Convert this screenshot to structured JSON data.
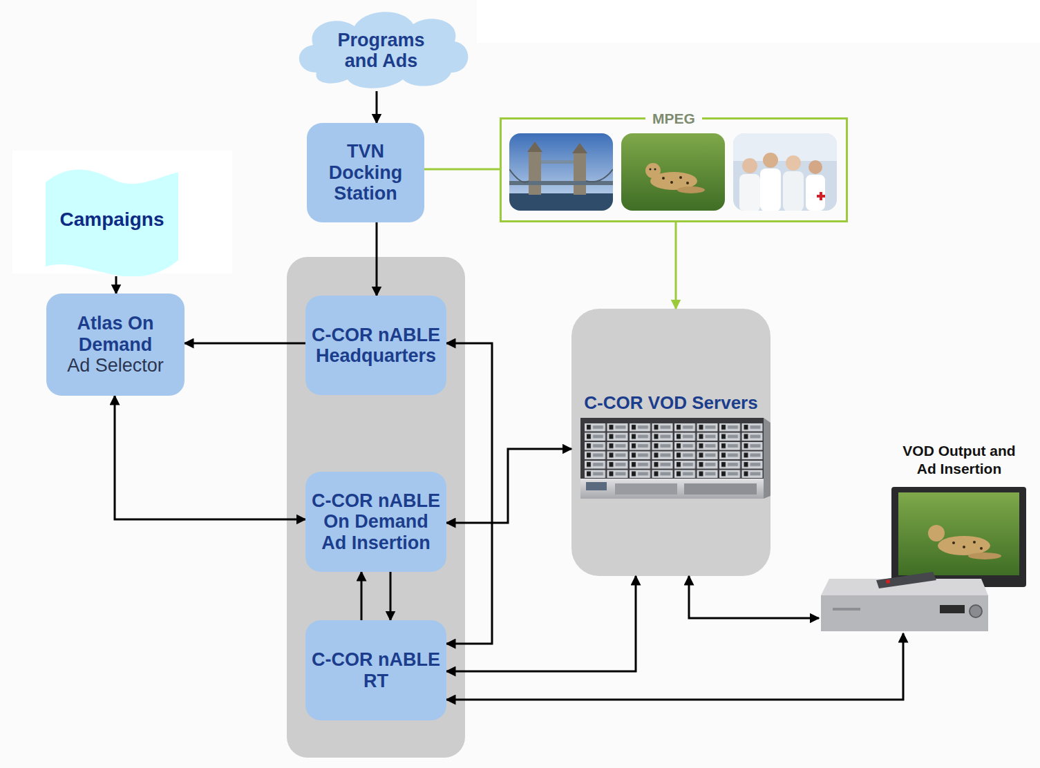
{
  "diagram": {
    "nodes": [
      {
        "text": [
          "Programs and Ads"
        ]
      },
      {
        "text": [
          "TVN Docking Station"
        ]
      },
      {
        "text": [
          "MPEG"
        ]
      },
      {
        "text": [
          "Campaigns"
        ]
      },
      {
        "text": [
          "Atlas On Demand",
          "Ad Selector"
        ]
      },
      {
        "text": [
          "C-COR nABLE Headquarters"
        ]
      },
      {
        "text": [
          "C-COR VOD Servers"
        ]
      },
      {
        "text": [
          "C-COR nABLE On Demand Ad Insertion"
        ]
      },
      {
        "text": [
          "C-COR nABLE RT"
        ]
      },
      {
        "text": [
          "VOD Output and Ad Insertion"
        ]
      }
    ],
    "edges": [
      {
        "from": 0,
        "to": 1,
        "arrow": "to"
      },
      {
        "from": 1,
        "to": 5,
        "arrow": "to"
      },
      {
        "from": 1,
        "to": 2,
        "arrow": "none"
      },
      {
        "from": 2,
        "to": 6,
        "arrow": "to"
      },
      {
        "from": 3,
        "to": 4,
        "arrow": "to"
      },
      {
        "from": 5,
        "to": 4,
        "arrow": "to"
      },
      {
        "from": 4,
        "to": 7,
        "arrow": "both"
      },
      {
        "from": 8,
        "to": 5,
        "arrow": "both"
      },
      {
        "from": 7,
        "to": 6,
        "arrow": "both"
      },
      {
        "from": 7,
        "to": 8,
        "arrow": "to"
      },
      {
        "from": 8,
        "to": 7,
        "arrow": "to"
      },
      {
        "from": 8,
        "to": 6,
        "arrow": "both"
      },
      {
        "from": 6,
        "to": 9,
        "arrow": "both"
      },
      {
        "from": 8,
        "to": 9,
        "arrow": "both"
      }
    ]
  }
}
